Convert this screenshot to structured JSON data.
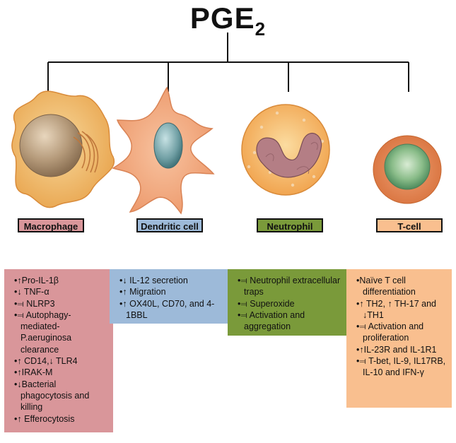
{
  "title": {
    "main": "PGE",
    "subscript": "2"
  },
  "colors": {
    "macrophage": "#d9969a",
    "dendritic": "#9dbad9",
    "neutrophil": "#7a9a3a",
    "tcell": "#f9bf8f"
  },
  "cells": [
    {
      "name": "Macrophage",
      "effects": [
        "↑Pro-IL-1β",
        "↓ TNF-α",
        "⫤ NLRP3",
        "⫤ Autophagy-mediated-P.aeruginosa clearance",
        "↑ CD14,↓ TLR4",
        "↑IRAK-M",
        "↓Bacterial phagocytosis and killing",
        "↑ Efferocytosis"
      ]
    },
    {
      "name": "Dendritic cell",
      "effects": [
        "↓ IL-12 secretion",
        "↑ Migration",
        "↑ OX40L, CD70, and 4-1BBL"
      ]
    },
    {
      "name": "Neutrophil",
      "effects": [
        "⫤ Neutrophil extracellular traps",
        "⫤ Superoxide",
        "⫤ Activation and aggregation"
      ]
    },
    {
      "name": "T-cell",
      "effects": [
        "Naïve T cell differentiation",
        "↑ TH2, ↑ TH-17 and ↓TH1",
        "⫤ Activation and proliferation",
        "↑IL-23R and IL-1R1",
        "⫤ T-bet, IL-9, IL17RB, IL-10 and IFN-γ"
      ]
    }
  ]
}
